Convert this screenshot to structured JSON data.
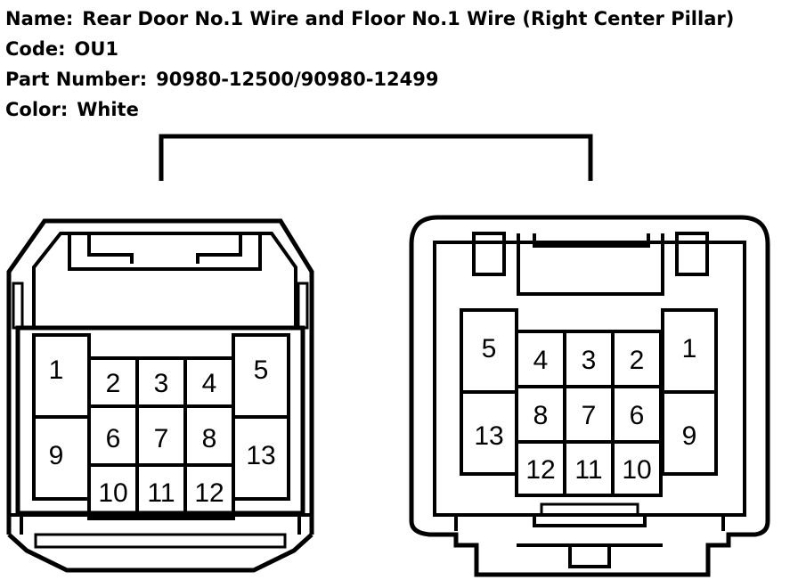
{
  "connector_info": {
    "name_label": "Name:",
    "name_value": "Rear Door No.1 Wire and Floor No.1 Wire (Right Center Pillar)",
    "code_label": "Code:",
    "code_value": "OU1",
    "part_number_label": "Part Number:",
    "part_number_value": "90980-12500/90980-12499",
    "color_label": "Color:",
    "color_value": "White"
  },
  "left_connector": {
    "pins": [
      "1",
      "2",
      "3",
      "4",
      "5",
      "6",
      "7",
      "8",
      "9",
      "10",
      "11",
      "12",
      "13"
    ]
  },
  "right_connector": {
    "pins": [
      "5",
      "4",
      "3",
      "2",
      "1",
      "8",
      "7",
      "6",
      "13",
      "9",
      "12",
      "11",
      "10"
    ]
  }
}
